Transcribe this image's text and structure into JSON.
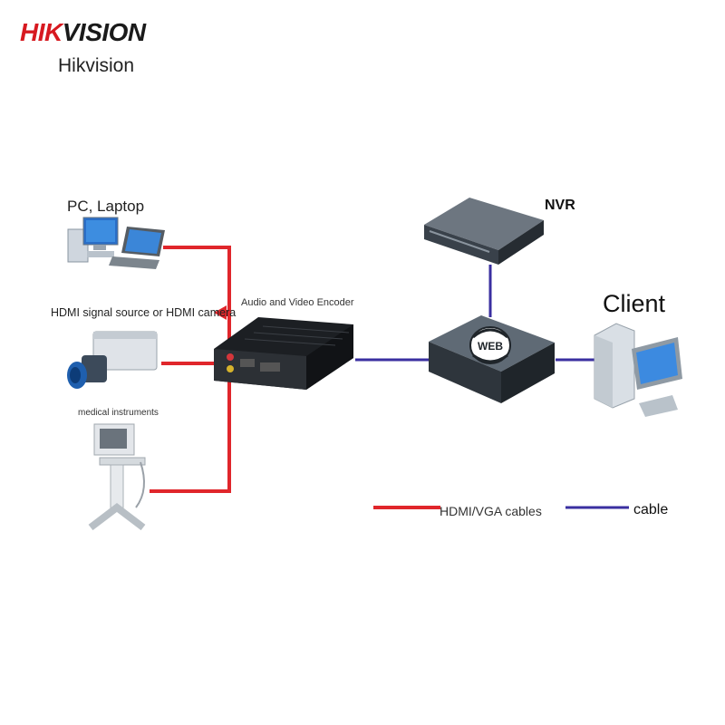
{
  "brand": {
    "logo_prefix": "HIK",
    "logo_suffix": "VISION",
    "name": "Hikvision",
    "accent_color": "#d71920"
  },
  "nodes": {
    "pc_laptop": "PC, Laptop",
    "hdmi_source": "HDMI signal source or HDMI camera",
    "medical": "medical instruments",
    "encoder": "Audio and Video Encoder",
    "nvr": "NVR",
    "web_switch": "WEB",
    "client": "Client"
  },
  "legend": {
    "hdmi_vga": {
      "label": "HDMI/VGA cables",
      "color": "#e0262b"
    },
    "network": {
      "label": "cable",
      "color": "#3a2fa0"
    }
  }
}
